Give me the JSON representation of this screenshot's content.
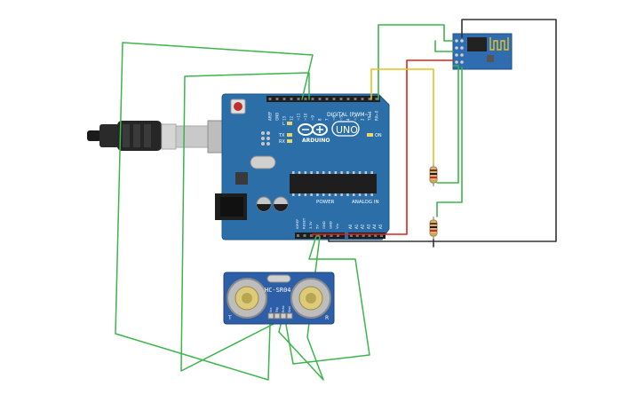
{
  "board": {
    "brand": "ARDUINO",
    "model": "UNO",
    "digital_label": "DIGITAL (PWM~)",
    "power_label": "POWER",
    "analog_label": "ANALOG IN",
    "on_label": "ON",
    "l_label": "L",
    "tx_label": "TX",
    "rx_label": "RX",
    "digital_pins": [
      "AREF",
      "GND",
      "13",
      "12",
      "~11",
      "~10",
      "~9",
      "8",
      "7",
      "~6",
      "~5",
      "4",
      "~3",
      "2",
      "TX→1",
      "RX←0"
    ],
    "power_pins": [
      "IOREF",
      "RESET",
      "3.3V",
      "5V",
      "GND",
      "GND",
      "Vin"
    ],
    "analog_pins": [
      "A0",
      "A1",
      "A2",
      "A3",
      "A4",
      "A5"
    ]
  },
  "sensor": {
    "model": "HC-SR04",
    "left_mark": "T",
    "right_mark": "R",
    "pins": [
      "Vcc",
      "Trig",
      "Echo",
      "Gnd"
    ]
  },
  "colors": {
    "wire_green": "#3cb54a",
    "wire_red": "#d9261c",
    "wire_black": "#333333",
    "wire_yellow": "#e8c21a",
    "board_blue": "#2b6ea8",
    "sensor_blue": "#2d5ea8"
  }
}
